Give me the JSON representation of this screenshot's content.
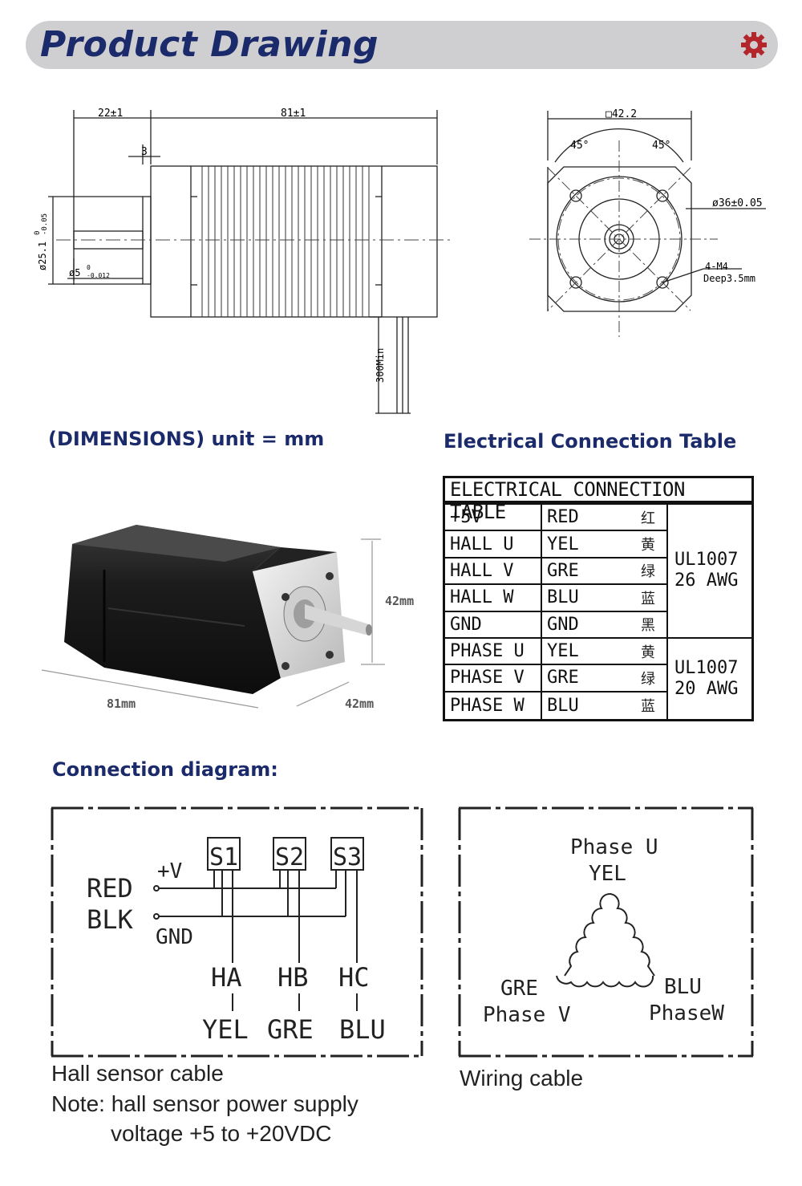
{
  "banner": {
    "title": "Product Drawing",
    "icon": "gear-icon",
    "icon_color": "#b3262b"
  },
  "side_view": {
    "dim_flange": "22±1",
    "dim_length": "81±1",
    "dim_step": "3",
    "dim_pilot": "ø25.1",
    "dim_pilot_tol_upper": "0",
    "dim_pilot_tol_lower": "-0.05",
    "dim_shaft": "ø5",
    "dim_shaft_tol_upper": "0",
    "dim_shaft_tol_lower": "-0.012",
    "dim_lead": "300Min"
  },
  "front_view": {
    "dim_square": "□42.2",
    "angle_left": "45°",
    "angle_right": "45°",
    "dim_bolt_circle": "ø36±0.05",
    "holes": "4-M4",
    "holes_depth": "Deep3.5mm"
  },
  "headings": {
    "dimensions": "(DIMENSIONS)  unit = mm",
    "electrical": "Electrical Connection Table",
    "connection": "Connection diagram:"
  },
  "photo": {
    "height_label": "42mm",
    "length_label": "81mm",
    "width_label": "42mm"
  },
  "table": {
    "title": "ELECTRICAL CONNECTION TABLE",
    "rows": [
      {
        "signal": "+5V",
        "color": "RED",
        "zh": "红"
      },
      {
        "signal": "HALL  U",
        "color": "YEL",
        "zh": "黄"
      },
      {
        "signal": "HALL  V",
        "color": "GRE",
        "zh": "绿"
      },
      {
        "signal": "HALL  W",
        "color": "BLU",
        "zh": "蓝"
      },
      {
        "signal": "GND",
        "color": "GND",
        "zh": "黑"
      },
      {
        "signal": "PHASE  U",
        "color": "YEL",
        "zh": "黄"
      },
      {
        "signal": "PHASE  V",
        "color": "GRE",
        "zh": "绿"
      },
      {
        "signal": "PHASE  W",
        "color": "BLU",
        "zh": "蓝"
      }
    ],
    "group1": {
      "line1": "UL1007",
      "line2": "26  AWG"
    },
    "group2": {
      "line1": "UL1007",
      "line2": "20  AWG"
    }
  },
  "hall_diagram": {
    "red": "RED",
    "blk": "BLK",
    "vplus": "+V",
    "gnd": "GND",
    "s1": "S1",
    "s2": "S2",
    "s3": "S3",
    "ha": "HA",
    "hb": "HB",
    "hc": "HC",
    "yel": "YEL",
    "gre": "GRE",
    "blu": "BLU"
  },
  "wiring_diagram": {
    "phase_u": "Phase U",
    "yel": "YEL",
    "gre": "GRE",
    "phase_v": "Phase V",
    "blu": "BLU",
    "phase_w": "PhaseW"
  },
  "captions": {
    "hall_cable": "Hall sensor cable",
    "note": "Note: hall sensor power supply",
    "note2": "voltage +5 to +20VDC",
    "wiring_cable": "Wiring cable"
  }
}
